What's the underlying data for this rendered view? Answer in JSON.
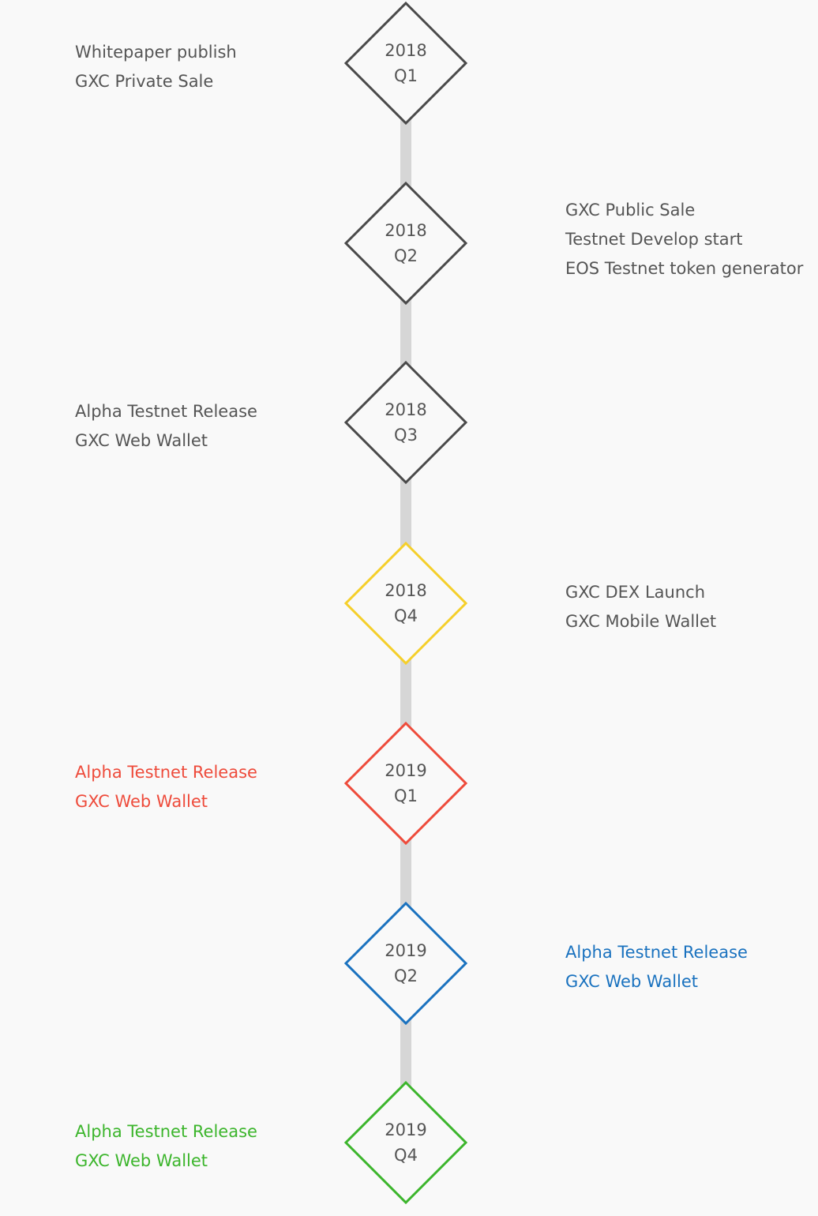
{
  "milestones": [
    {
      "year": "2018",
      "quarter": "Q1",
      "side": "left",
      "color": "#4a4a4a",
      "text_color": "#555555",
      "items": [
        "Whitepaper publish",
        "GXC Private Sale"
      ]
    },
    {
      "year": "2018",
      "quarter": "Q2",
      "side": "right",
      "color": "#4a4a4a",
      "text_color": "#555555",
      "items": [
        "GXC Public Sale",
        "Testnet Develop start",
        "EOS Testnet token generator"
      ]
    },
    {
      "year": "2018",
      "quarter": "Q3",
      "side": "left",
      "color": "#4a4a4a",
      "text_color": "#555555",
      "items": [
        "Alpha Testnet Release",
        "GXC Web Wallet"
      ]
    },
    {
      "year": "2018",
      "quarter": "Q4",
      "side": "right",
      "color": "#f5cf2a",
      "text_color": "#555555",
      "items": [
        "GXC DEX Launch",
        "GXC Mobile Wallet"
      ]
    },
    {
      "year": "2019",
      "quarter": "Q1",
      "side": "left",
      "color": "#ee4b3b",
      "text_color": "#ee4b3b",
      "items": [
        "Alpha Testnet Release",
        "GXC Web Wallet"
      ]
    },
    {
      "year": "2019",
      "quarter": "Q2",
      "side": "right",
      "color": "#1a72bf",
      "text_color": "#1a72bf",
      "items": [
        "Alpha Testnet Release",
        "GXC Web Wallet"
      ]
    },
    {
      "year": "2019",
      "quarter": "Q4",
      "side": "left",
      "color": "#3cb52c",
      "text_color": "#3cb52c",
      "items": [
        "Alpha Testnet Release",
        "GXC Web Wallet"
      ]
    }
  ]
}
